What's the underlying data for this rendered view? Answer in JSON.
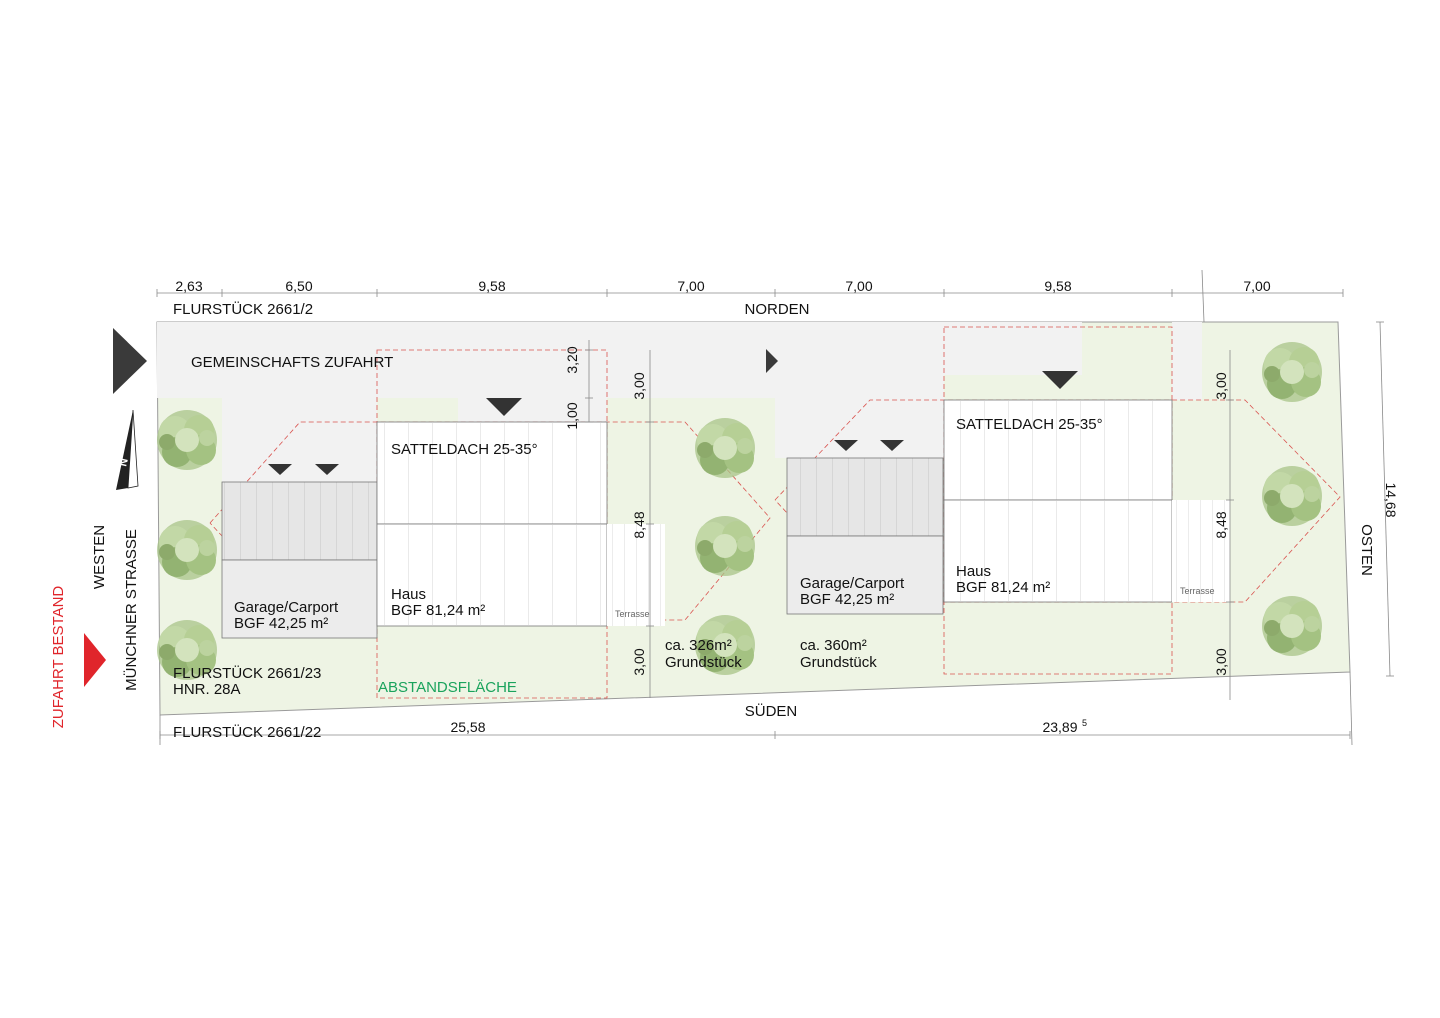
{
  "dimensions_top": [
    "2,63",
    "6,50",
    "9,58",
    "7,00",
    "7,00",
    "9,58",
    "7,00"
  ],
  "dimensions_bottom": [
    "25,58",
    "23,89"
  ],
  "dimension_bottom_sup": "5",
  "dimension_east": "14,68",
  "dimensions_left_house": [
    "3,20",
    "1,00",
    "3,00",
    "8,48",
    "3,00"
  ],
  "dimensions_right_house": [
    "3,00",
    "8,48",
    "3,00"
  ],
  "labels": {
    "parcel_north": "FLURSTÜCK 2661/2",
    "north": "NORDEN",
    "south": "SÜDEN",
    "west": "WESTEN",
    "east": "OSTEN",
    "street": "MÜNCHNER STRASSE",
    "access_existing": "ZUFAHRT BESTAND",
    "shared_access": "GEMEINSCHAFTS ZUFAHRT",
    "parcel_west_line1": "FLURSTÜCK 2661/23",
    "parcel_west_line2": "HNR. 28A",
    "parcel_south": "FLURSTÜCK 2661/22",
    "setback_area": "ABSTANDSFLÄCHE",
    "compass_letter": "N"
  },
  "left_lot": {
    "roof": "SATTELDACH 25-35°",
    "house_line1": "Haus",
    "house_line2": "BGF 81,24 m²",
    "garage_line1": "Garage/Carport",
    "garage_line2": "BGF 42,25 m²",
    "terrace": "Terrasse",
    "lot_line1": "ca. 326m²",
    "lot_line2": "Grundstück"
  },
  "right_lot": {
    "roof": "SATTELDACH 25-35°",
    "house_line1": "Haus",
    "house_line2": "BGF 81,24 m²",
    "garage_line1": "Garage/Carport",
    "garage_line2": "BGF 42,25 m²",
    "terrace": "Terrasse",
    "lot_line1": "ca. 360m²",
    "lot_line2": "Grundstück"
  },
  "colors": {
    "lawn": "#eef4e4",
    "driveway": "#f2f2f2",
    "setback_line": "#d9534f",
    "access_arrow": "#e0252b",
    "dark_arrow": "#3a3a3a",
    "tree": "#9fbd7e"
  },
  "icons": [
    "compass-north-arrow-icon",
    "access-arrow-icon",
    "tree-icon",
    "entrance-marker-icon"
  ]
}
